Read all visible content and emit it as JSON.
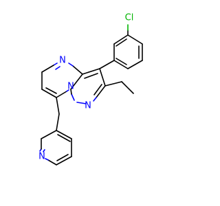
{
  "molecule": {
    "atom_labels": {
      "chlorine": "Cl",
      "pyrimidine_n": "N",
      "bridgehead_n": "N",
      "pyrazole_n": "N",
      "pyridine_n": "N"
    },
    "colors": {
      "bond": "#000000",
      "nitrogen": "#0000ff",
      "chlorine": "#00b400",
      "background": "#ffffff"
    }
  }
}
